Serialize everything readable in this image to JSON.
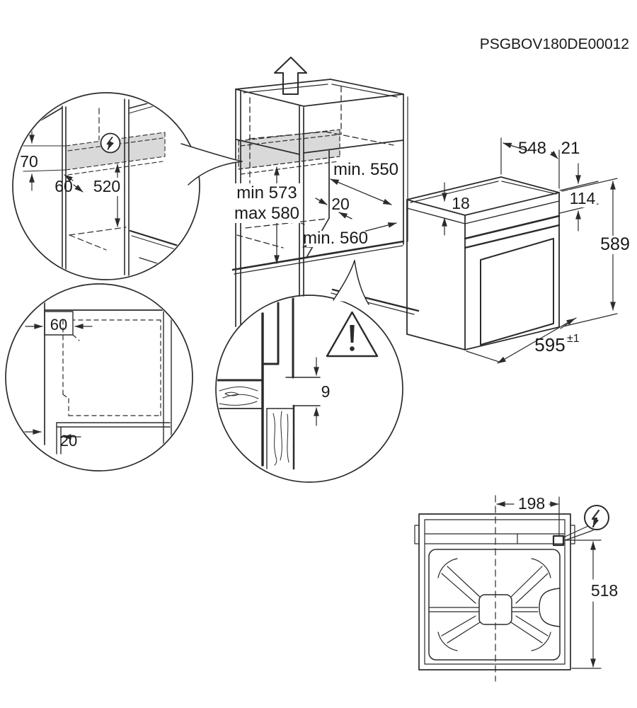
{
  "title": "PSGBOV180DE00012",
  "colors": {
    "line": "#2b2b2b",
    "shade": "#d9d9d9",
    "background": "#ffffff"
  },
  "cabinet": {
    "height_min": "min 573",
    "height_max": "max 580",
    "depth_min": "min. 550",
    "rear_gap": "20",
    "width_min": "min. 560"
  },
  "oven": {
    "top_width": "548",
    "rear_offset": "21",
    "top_trim": "18",
    "panel_height": "114",
    "height": "589",
    "front_width": "595",
    "front_width_tolerance": "±1"
  },
  "connection_detail": {
    "zone_height": "70",
    "zone_offset": "60",
    "zone_above_base": "520"
  },
  "corner_detail": {
    "cable_zone": "60",
    "edge_gap": "20"
  },
  "overhang_detail": {
    "gap": "9"
  },
  "rear_view": {
    "connection_offset": "198",
    "connection_depth": "518"
  },
  "icons": {
    "electrical": "electrical-connection-symbol",
    "warning": "warning-triangle",
    "direction": "up-arrow"
  }
}
